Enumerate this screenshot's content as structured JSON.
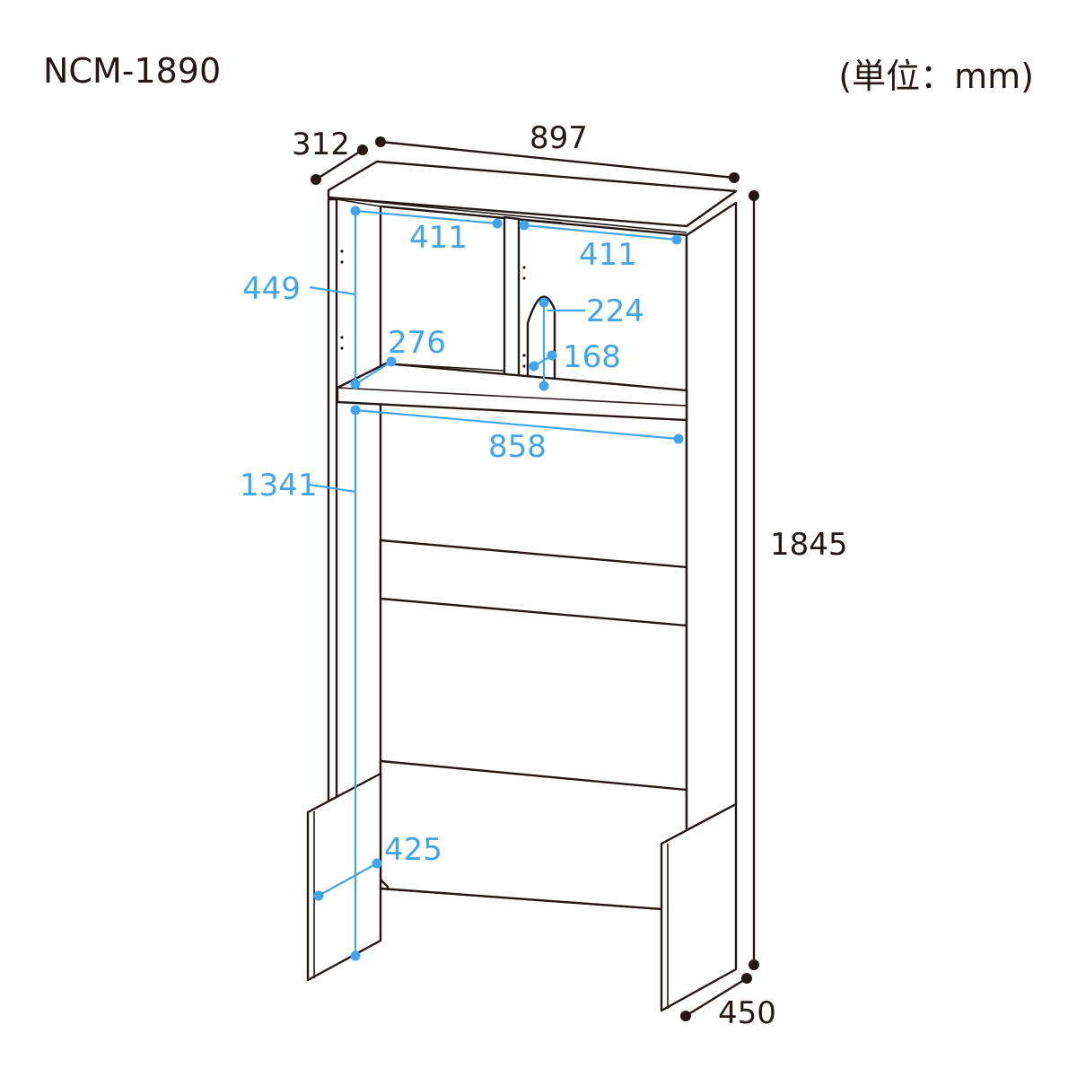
{
  "header": {
    "model": "NCM-1890",
    "unit": "(単位：mm)"
  },
  "dimensions": {
    "depth": "312",
    "width": "897",
    "height": "1845",
    "base_depth": "450",
    "upper_height": "449",
    "lower_height": "1341",
    "left_inner_width": "411",
    "right_inner_width": "411",
    "shelf_depth": "276",
    "inner_width": "858",
    "cord_hole_height": "224",
    "cord_hole_width": "168",
    "leg_depth": "425"
  },
  "colors": {
    "line": "#231815",
    "dimension_accent": "#41a4ee",
    "background": "#ffffff"
  }
}
